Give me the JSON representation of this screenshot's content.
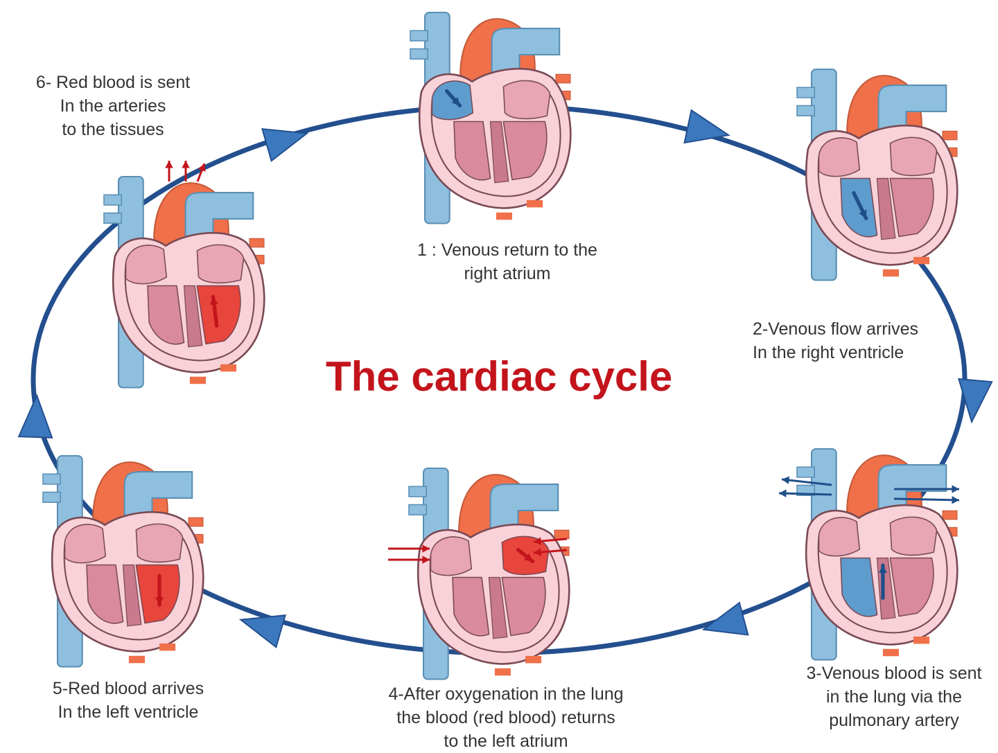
{
  "title": "The cardiac cycle",
  "colors": {
    "cycle_line": "#234f8e",
    "title": "#c3141c",
    "venous_blue": "#8fbfdf",
    "arterial_red": "#f0704a",
    "heart_pink": "#f8d2d8",
    "muscle": "#d98a9e",
    "oxygenated_red": "#e8453c",
    "deoxygenated_blue": "#5e9ccd"
  },
  "steps": [
    {
      "lines": [
        "1 : Venous return to the",
        "right atrium"
      ]
    },
    {
      "lines": [
        "2-Venous flow arrives",
        "In the right ventricle"
      ]
    },
    {
      "lines": [
        "3-Venous blood is sent",
        "in the lung via the",
        "pulmonary artery"
      ]
    },
    {
      "lines": [
        "4-After oxygenation in the lung",
        "the blood (red blood) returns",
        "to the left atrium"
      ]
    },
    {
      "lines": [
        "5-Red blood arrives",
        "In the left ventricle"
      ]
    },
    {
      "lines": [
        "6- Red blood is sent",
        "In the arteries",
        "to the tissues"
      ]
    }
  ],
  "icons": [
    "heart-icon",
    "cycle-arrow-icon",
    "blood-flow-arrow-icon"
  ]
}
